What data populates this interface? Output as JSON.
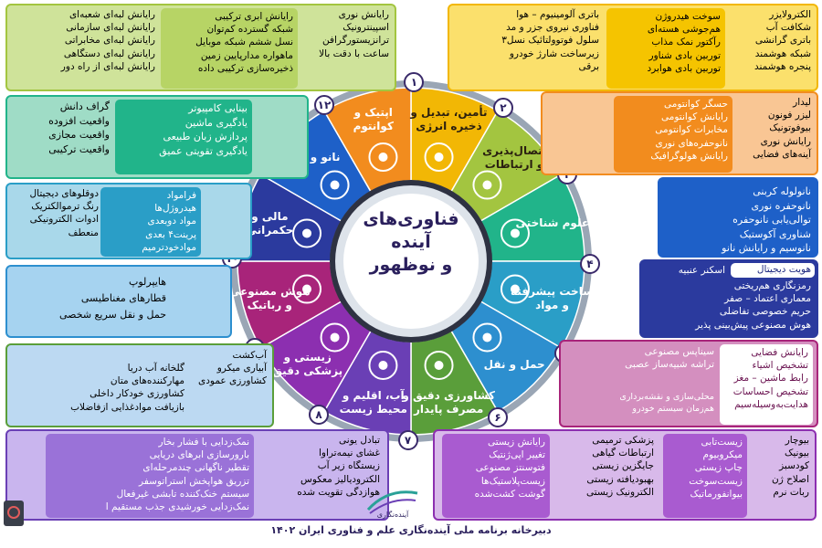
{
  "center_title": [
    "فناوری‌های",
    "آینده",
    "و نوظهور"
  ],
  "footer": "دبیرخانه برنامه ملی آینده‌نگاری علم و فناوری ایران ۱۴۰۲",
  "logo_text": "آینده‌نگاری",
  "colors": {
    "s1": "#f2b705",
    "s2": "#a3c540",
    "s3": "#21b48a",
    "s4": "#2a9ec7",
    "s5": "#2d8fcf",
    "s6": "#5a9e3a",
    "s7": "#6a3fb5",
    "s8": "#8c2fb0",
    "s9": "#a8247a",
    "s10": "#2b3a9e",
    "s11": "#1e60c8",
    "s12": "#f28c1e",
    "ring": "#9aa6b5",
    "ring_inner": "#2e3242"
  },
  "segments": [
    {
      "num": "۱",
      "label": [
        "تأمین، تبدیل و",
        "ذخیره انرژی"
      ]
    },
    {
      "num": "۲",
      "label": [
        "اتصال‌پذیری",
        "و ارتباطات"
      ]
    },
    {
      "num": "۳",
      "label": [
        "علوم شناختی"
      ]
    },
    {
      "num": "۴",
      "label": [
        "ساخت پیشرفته",
        "و مواد"
      ]
    },
    {
      "num": "۵",
      "label": [
        "حمل و نقل"
      ]
    },
    {
      "num": "۶",
      "label": [
        "کشاورزی دقیق و",
        "مصرف پایدار"
      ]
    },
    {
      "num": "۷",
      "label": [
        "آب، اقلیم و",
        "محیط زیست"
      ]
    },
    {
      "num": "۸",
      "label": [
        "زیستی و",
        "پزشکی دقیق"
      ]
    },
    {
      "num": "۹",
      "label": [
        "هوش مصنوعی",
        "و رباتیک"
      ]
    },
    {
      "num": "۱۰",
      "label": [
        "مالی و",
        "حکمرانی"
      ]
    },
    {
      "num": "۱۱",
      "label": [
        "نانو و میکرو"
      ]
    },
    {
      "num": "۱۲",
      "label": [
        "اپتیک و",
        "کوانتوم"
      ]
    }
  ],
  "box_energy": {
    "col1": [
      "الکترولایزر",
      "شکافت آب",
      "باتری گرانشی",
      "شبکه هوشمند",
      "پنجره هوشمند"
    ],
    "col2": [
      "سوخت هیدروژن",
      "هم‌جوشی هسته‌ای",
      "رآکتور نمک مذاب",
      "توربین بادی شناور",
      "توربین بادی هوابرد"
    ],
    "col3": [
      "باتری آلومینیوم – هوا",
      "فناوری نیروی جزر و مد",
      "سلول فوتوولتائیک نسل۳",
      "زیرساخت شارژ خودرو",
      "برقی"
    ]
  },
  "box_connect": {
    "col1": [
      "رایانش نوری",
      "اسپینترونیک",
      "ترانزیستورگرافن",
      "ساعت با دقت بالا"
    ],
    "col2": [
      "رایانش ابری ترکیبی",
      "شبکه گسترده کم‌توان",
      "نسل ششم شبکه موبایل",
      "ماهواره مدارپایین زمین",
      "ذخیره‌سازی ترکیبی داده"
    ],
    "col3": [
      "رایانش لبه‌ای شعبه‌ای",
      "رایانش لبه‌ای سازمانی",
      "رایانش لبه‌ای مخابراتی",
      "رایانش لبه‌ای دستگاهی",
      "رایانش لبه‌ای از راه دور"
    ]
  },
  "box_cognitive": {
    "col1": [
      "بینایی کامپیوتر",
      "یادگیری ماشین",
      "پردازش زبان طبیعی",
      "یادگیری تقویتی عمیق"
    ],
    "col2": [
      "گراف دانش",
      "واقعیت افزوده",
      "واقعیت مجازی",
      "واقعیت ترکیبی"
    ]
  },
  "box_materials": {
    "col1": [
      "فرامواد",
      "هیدروژل‌ها",
      "مواد دوبعدی",
      "پرینت۴ بعدی",
      "موادخودترمیم"
    ],
    "col2": [
      "دوقلوهای دیجیتال",
      "رنگ ترموالکتریک",
      "ادوات الکترونیکی",
      "منعطف"
    ]
  },
  "box_transport": [
    "هایپرلوپ",
    "قطارهای مغناطیسی",
    "حمل و نقل سریع شخصی"
  ],
  "box_agri": {
    "col1": [
      "آب‌کشت",
      "آبیاری میکرو",
      "کشاورزی عمودی"
    ],
    "col2": [
      "گلخانه آب دریا",
      "مهارکننده‌های متان",
      "کشاورزی خودکار داخلی",
      "بازیافت موادغذایی ازفاضلاب"
    ]
  },
  "box_water": {
    "col1": [
      "نمک‌زدایی با فشار بخار",
      "بارورسازی ابرهای دریایی",
      "تقطیر ناگهانی چندمرحله‌ای",
      "تزریق هواپخش استراتوسفر",
      "سیستم خنک‌کننده تابشی غیرفعال",
      "نمک‌زدایی خورشیدی جذب مستقیم ا"
    ],
    "col2": [
      "تبادل یونی",
      "غشای نیمه‌تراوا",
      "زیستگاه زیر آب",
      "الکترودیالیز معکوس",
      "هوازدگی تقویت شده"
    ]
  },
  "box_bio": {
    "col1": [
      "بیوچار",
      "بیونیک",
      "کودسبز",
      "اصلاح ژن",
      "ربات نرم"
    ],
    "col2": [
      "زیست‌تابی",
      "میکروبیوم",
      "چاپ زیستی",
      "زیست‌سوخت",
      "بیوانفورماتیک"
    ],
    "col3": [
      "پزشکی ترمیمی",
      "ارتباطات گیاهی",
      "جایگزین زیستی",
      "بهبودیافته زیستی",
      "الکترونیک زیستی"
    ],
    "col4": [
      "رایانش زیستی",
      "تغییر اپی‌ژنتیک",
      "فتوسنتز مصنوعی",
      "زیست‌پلاستیک‌ها",
      "گوشت کشت‌شده"
    ]
  },
  "box_ai": {
    "left": {
      "col1": [
        "سیناپس مصنوعی",
        "تراشه شبیه‌ساز عصبی"
      ],
      "col2": [
        "محلی‌سازی و نقشه‌برداری",
        "هم‌زمان سیستم خودرو"
      ]
    },
    "right": [
      "رایانش فضایی",
      "تشخیص اشیاء",
      "رابط ماشین – مغز",
      "تشخیص احساسات",
      "هدایت‌به‌وسیله‌سیم"
    ]
  },
  "box_finance": {
    "top": [
      "هویت دیجیتال",
      "اسکنر عنبیه"
    ],
    "list": [
      "رمزنگاری هم‌ریختی",
      "معماری اعتماد – صفر",
      "حریم خصوصی تفاضلی",
      "هوش مصنوعی پیش‌بینی پذیر"
    ]
  },
  "box_nano": [
    "نانولوله کربنی",
    "نانوحفره نوری",
    "توالی‌یابی نانوحفره",
    "شناوری آکوستیک",
    "نانوسیم و رایانش نانو"
  ],
  "box_optics": {
    "col1": [
      "لیدار",
      "لیزر فونون",
      "بیوفوتونیک",
      "رایانش نوری",
      "آینه‌های فضایی"
    ],
    "col2": [
      "حسگر کوانتومی",
      "رایانش کوانتومی",
      "مخابرات کوانتومی",
      "نانوحفره‌های نوری",
      "رایانش هولوگرافیک"
    ]
  }
}
